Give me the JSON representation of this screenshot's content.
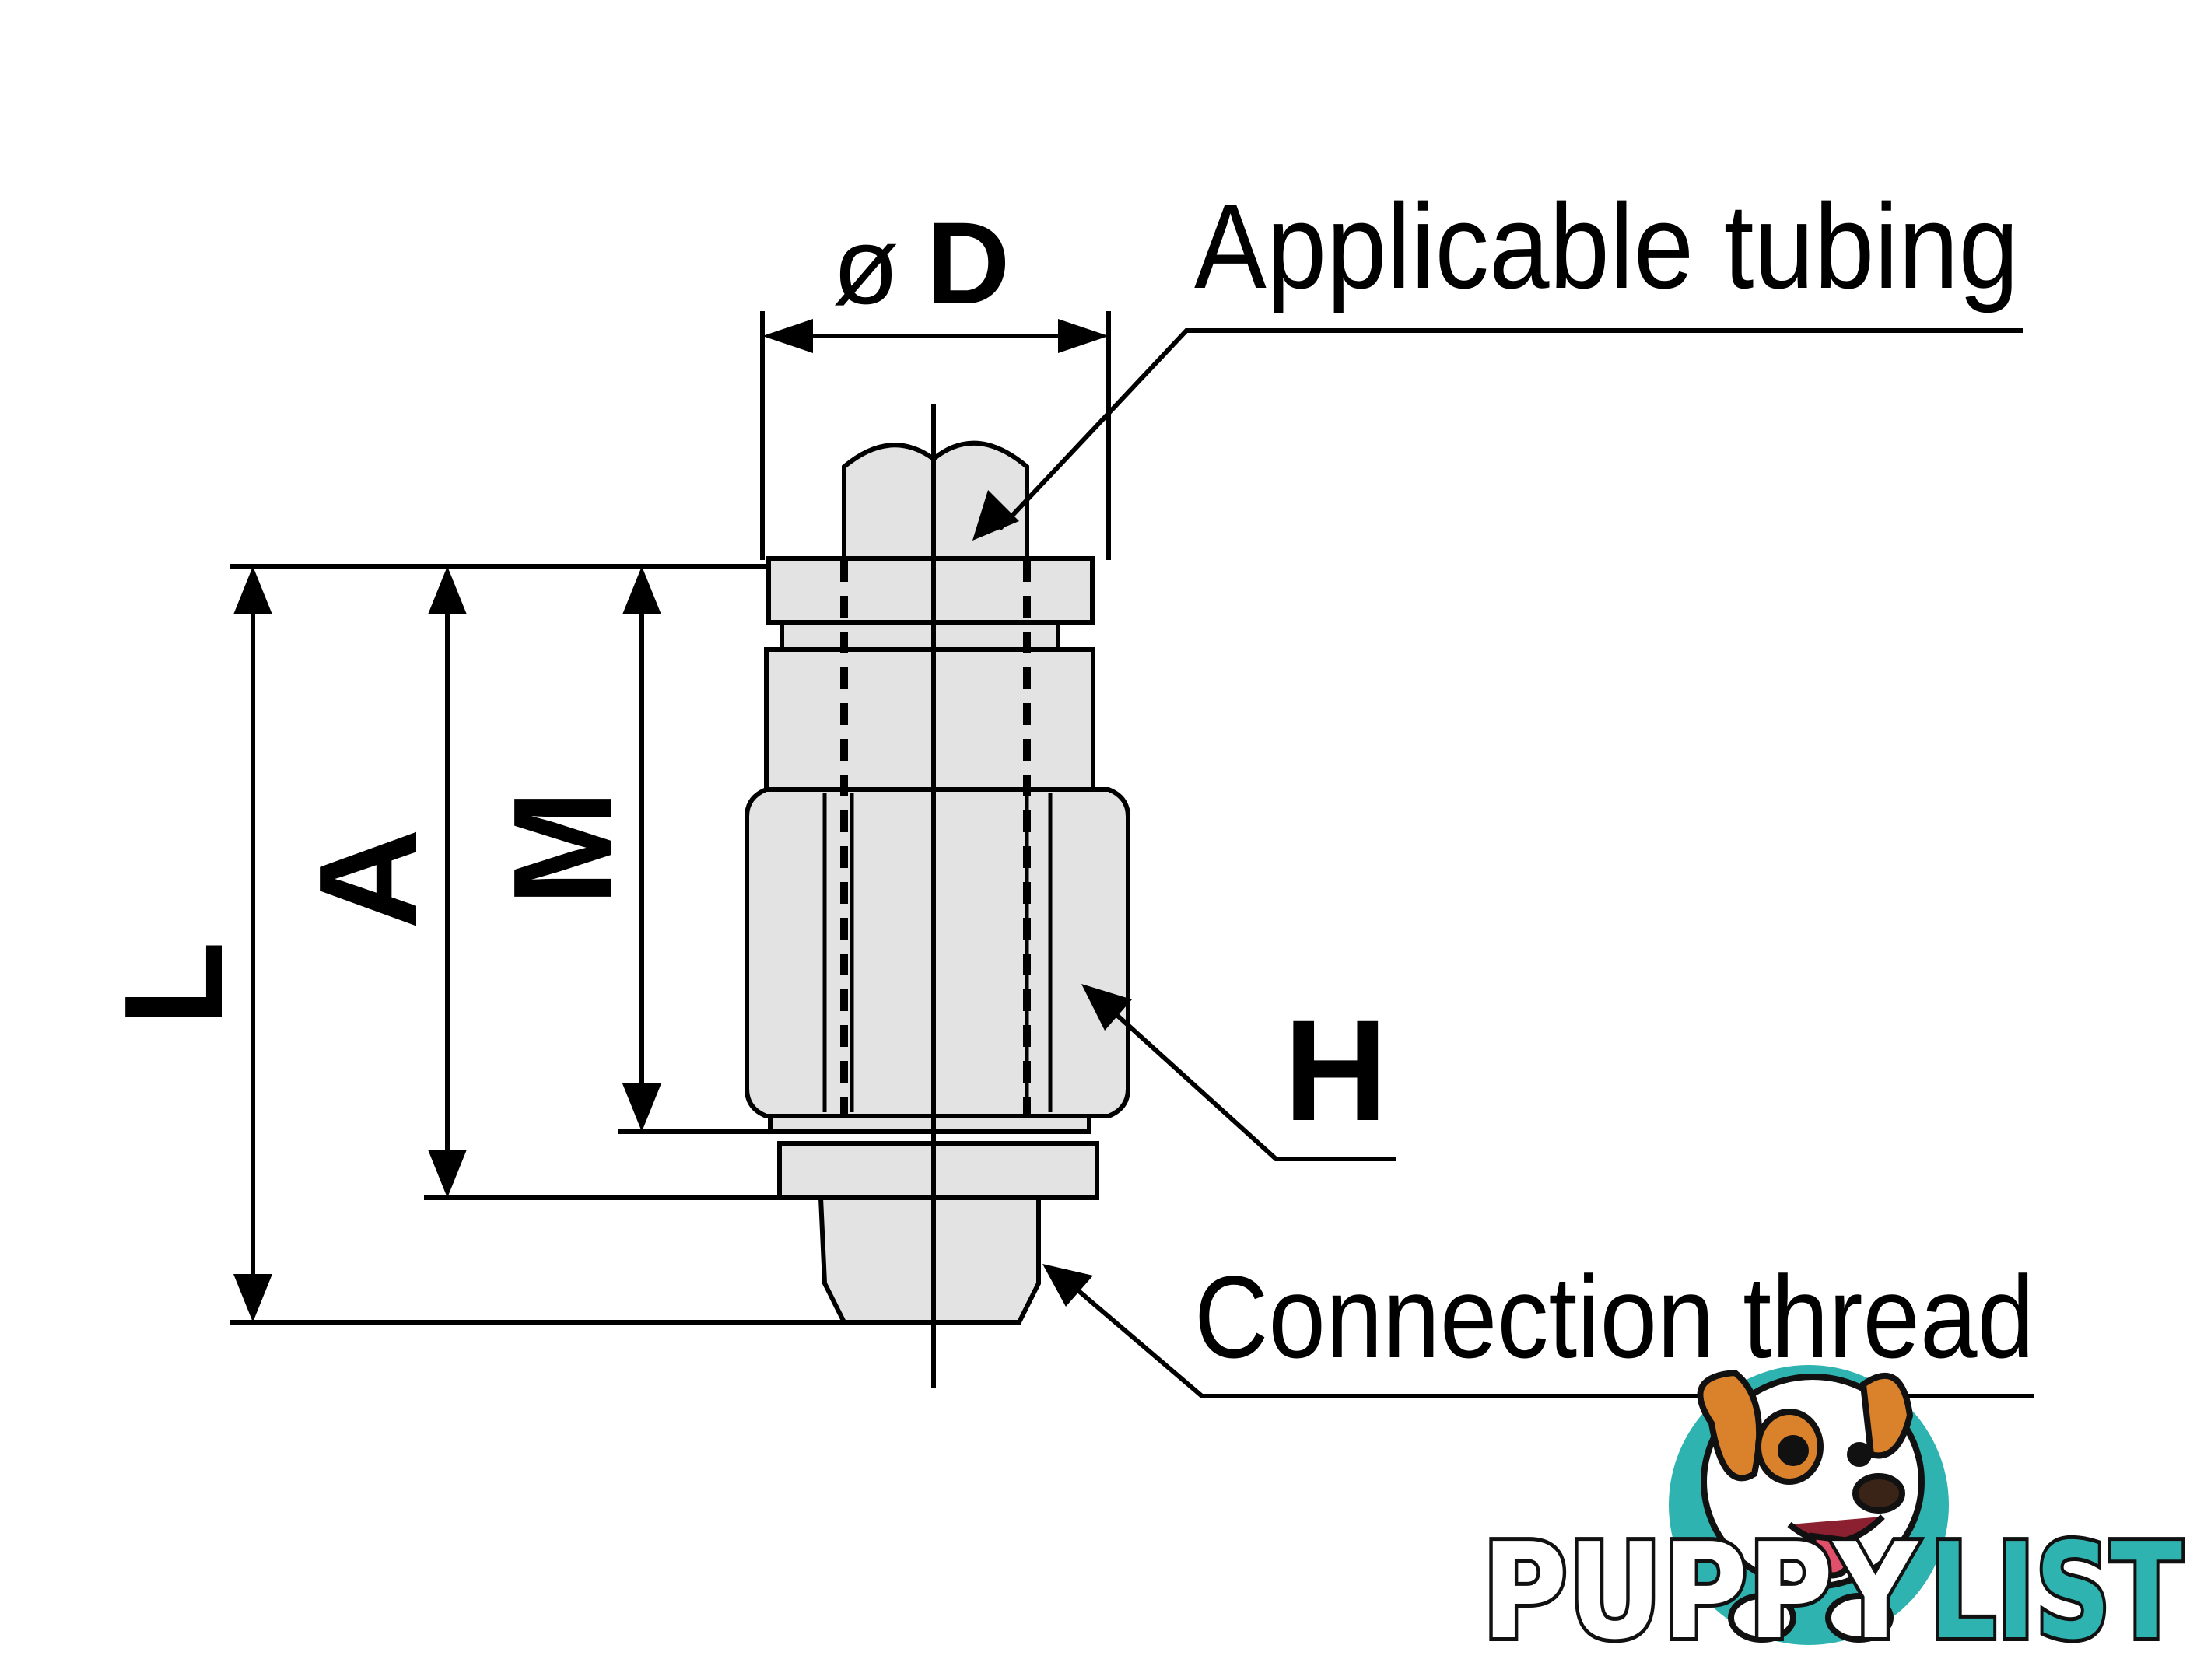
{
  "labels": {
    "diameter_symbol": "ø",
    "diameter_letter": "D",
    "applicable_tubing": "Applicable tubing",
    "connection_thread": "Connection thread",
    "dim_L": "L",
    "dim_A": "A",
    "dim_M": "M",
    "dim_H": "H"
  },
  "logo": {
    "part1": "PUPPY",
    "part2": "LIST",
    "colors": {
      "part1_fill": "#ffffff",
      "part2_fill": "#2eb3b0",
      "outline": "#111111",
      "badge": "#2eb3b0",
      "dog_orange": "#d9822b",
      "tongue": "#e0506a"
    },
    "icon": "beagle-dog-mascot"
  },
  "colors": {
    "line": "#000000",
    "part_fill": "#e3e3e3",
    "background": "#ffffff"
  }
}
